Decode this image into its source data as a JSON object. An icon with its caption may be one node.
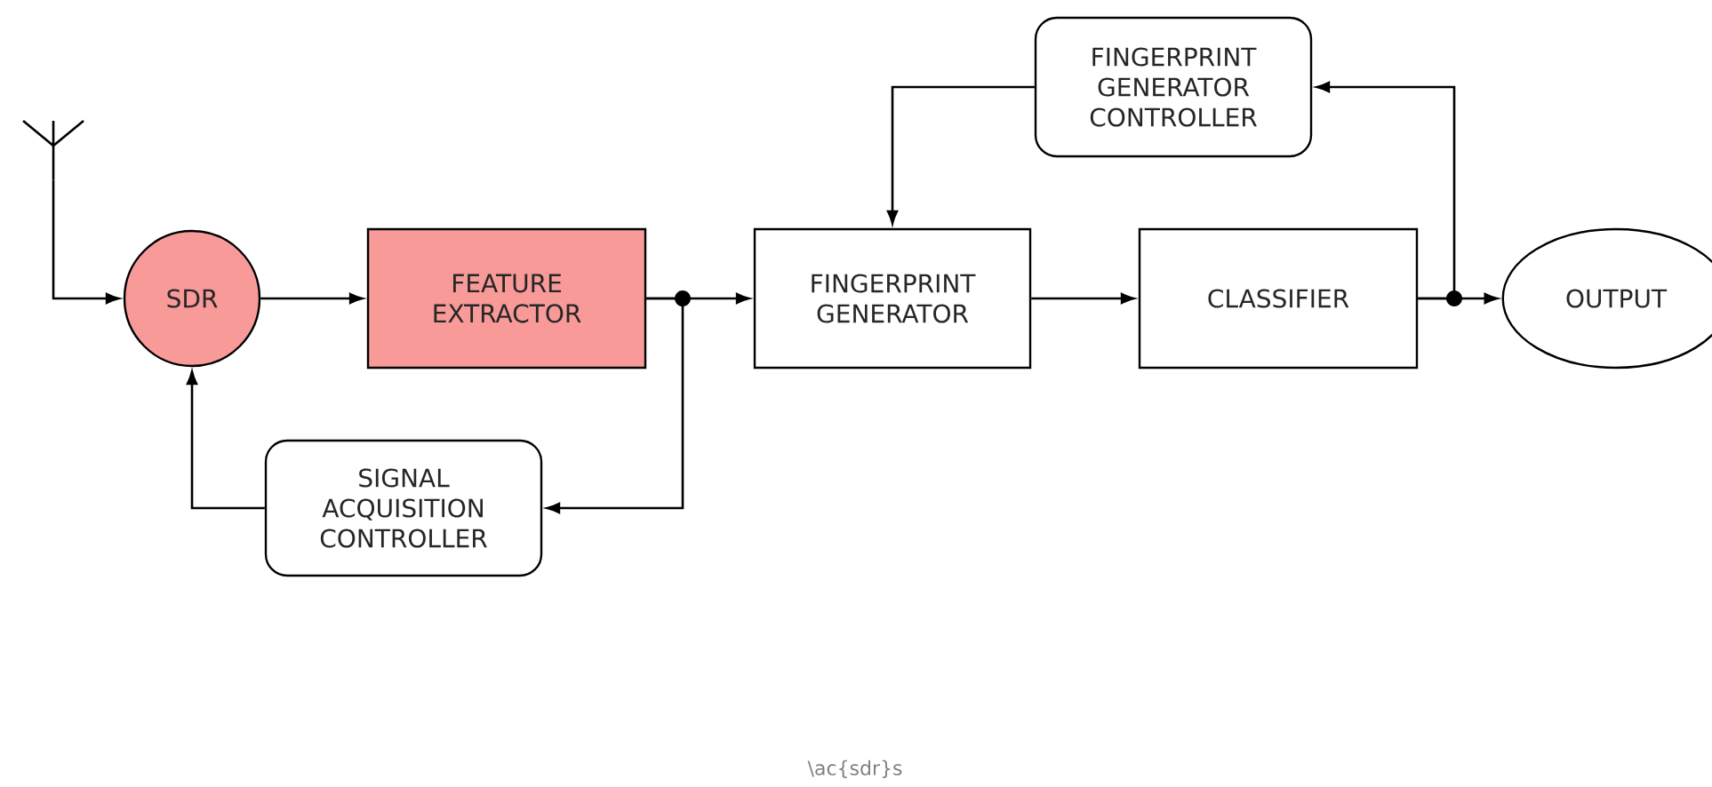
{
  "diagram": {
    "nodes": [
      {
        "text": [],
        "shape": "antenna"
      },
      {
        "text": [
          "SDR"
        ]
      },
      {
        "text": [
          "FEATURE EXTRACTOR"
        ]
      },
      {
        "text": [
          "FINGERPRINT GENERATOR CONTROLLER"
        ]
      },
      {
        "text": [
          "FINGERPRINT GENERATOR"
        ]
      },
      {
        "text": [
          "CLASSIFIER"
        ]
      },
      {
        "text": [
          "OUTPUT"
        ]
      },
      {
        "text": [
          "SIGNAL ACQUISITION CONTROLLER"
        ]
      }
    ],
    "edges": [
      {
        "from": 0,
        "to": 1,
        "arrow": "to"
      },
      {
        "from": 1,
        "to": 2,
        "arrow": "to"
      },
      {
        "from": 2,
        "to": 4,
        "arrow": "to"
      },
      {
        "from": 2,
        "to": 7,
        "arrow": "to"
      },
      {
        "from": 7,
        "to": 1,
        "arrow": "to"
      },
      {
        "from": 4,
        "to": 5,
        "arrow": "to"
      },
      {
        "from": 5,
        "to": 6,
        "arrow": "to"
      },
      {
        "from": 5,
        "to": 3,
        "arrow": "to"
      },
      {
        "from": 3,
        "to": 4,
        "arrow": "to"
      }
    ],
    "labels": [
      "\\ac{sdr}s"
    ]
  }
}
